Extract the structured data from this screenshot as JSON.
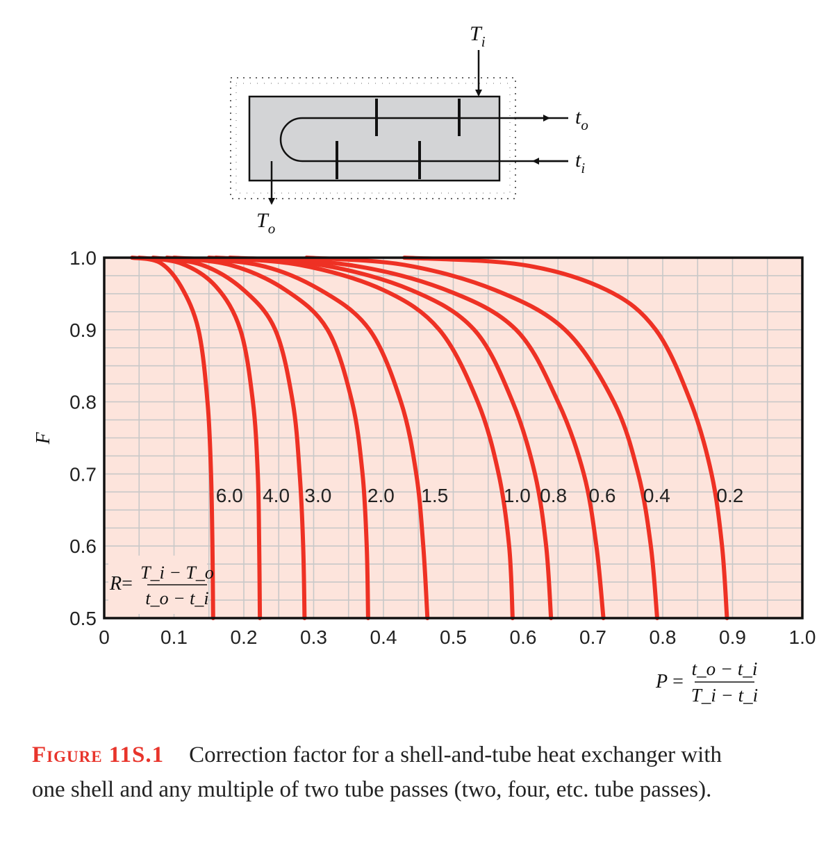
{
  "diagram": {
    "labels": {
      "T_in": {
        "main": "T",
        "sub": "i"
      },
      "T_out": {
        "main": "T",
        "sub": "o"
      },
      "t_out": {
        "main": "t",
        "sub": "o"
      },
      "t_in": {
        "main": "t",
        "sub": "i"
      }
    }
  },
  "chart_data": {
    "type": "line",
    "ylabel": "F",
    "xlim": [
      0,
      1.0
    ],
    "ylim": [
      0.5,
      1.0
    ],
    "grid": true,
    "x_ticks": [
      "0",
      "0.1",
      "0.2",
      "0.3",
      "0.4",
      "0.5",
      "0.6",
      "0.7",
      "0.8",
      "0.9",
      "1.0"
    ],
    "y_ticks": [
      "0.5",
      "0.6",
      "0.7",
      "0.8",
      "0.9",
      "1.0"
    ],
    "colors": {
      "curve": "#ee3124",
      "plot_bg": "#fde4dc",
      "grid": "#c8c8c8",
      "frame": "#111111"
    },
    "x_formula": {
      "lhs": "P",
      "num": "t_o − t_i",
      "den": "T_i − t_i"
    },
    "param_formula": {
      "lhs": "R",
      "num": "T_i − T_o",
      "den": "t_o − t_i"
    },
    "series": [
      {
        "name": "6.0",
        "points": [
          [
            0.04,
            1.0
          ],
          [
            0.08,
            0.993
          ],
          [
            0.11,
            0.96
          ],
          [
            0.135,
            0.9
          ],
          [
            0.148,
            0.8
          ],
          [
            0.153,
            0.7
          ],
          [
            0.155,
            0.6
          ],
          [
            0.156,
            0.5
          ]
        ]
      },
      {
        "name": "4.0",
        "points": [
          [
            0.05,
            1.0
          ],
          [
            0.11,
            0.992
          ],
          [
            0.16,
            0.96
          ],
          [
            0.195,
            0.9
          ],
          [
            0.213,
            0.8
          ],
          [
            0.22,
            0.7
          ],
          [
            0.222,
            0.6
          ],
          [
            0.223,
            0.5
          ]
        ]
      },
      {
        "name": "3.0",
        "points": [
          [
            0.07,
            1.0
          ],
          [
            0.14,
            0.99
          ],
          [
            0.2,
            0.955
          ],
          [
            0.245,
            0.9
          ],
          [
            0.27,
            0.8
          ],
          [
            0.28,
            0.7
          ],
          [
            0.285,
            0.6
          ],
          [
            0.287,
            0.5
          ]
        ]
      },
      {
        "name": "2.0",
        "points": [
          [
            0.09,
            1.0
          ],
          [
            0.18,
            0.99
          ],
          [
            0.26,
            0.955
          ],
          [
            0.32,
            0.9
          ],
          [
            0.355,
            0.8
          ],
          [
            0.37,
            0.7
          ],
          [
            0.376,
            0.6
          ],
          [
            0.378,
            0.5
          ]
        ]
      },
      {
        "name": "1.5",
        "points": [
          [
            0.1,
            1.0
          ],
          [
            0.22,
            0.99
          ],
          [
            0.31,
            0.955
          ],
          [
            0.38,
            0.9
          ],
          [
            0.425,
            0.8
          ],
          [
            0.447,
            0.7
          ],
          [
            0.457,
            0.6
          ],
          [
            0.463,
            0.5
          ]
        ]
      },
      {
        "name": "1.0",
        "points": [
          [
            0.15,
            1.0
          ],
          [
            0.28,
            0.99
          ],
          [
            0.4,
            0.955
          ],
          [
            0.48,
            0.9
          ],
          [
            0.535,
            0.8
          ],
          [
            0.565,
            0.7
          ],
          [
            0.58,
            0.6
          ],
          [
            0.585,
            0.5
          ]
        ]
      },
      {
        "name": "0.8",
        "points": [
          [
            0.16,
            1.0
          ],
          [
            0.31,
            0.99
          ],
          [
            0.44,
            0.955
          ],
          [
            0.53,
            0.9
          ],
          [
            0.585,
            0.8
          ],
          [
            0.617,
            0.7
          ],
          [
            0.633,
            0.6
          ],
          [
            0.64,
            0.5
          ]
        ]
      },
      {
        "name": "0.6",
        "points": [
          [
            0.18,
            1.0
          ],
          [
            0.35,
            0.99
          ],
          [
            0.49,
            0.955
          ],
          [
            0.59,
            0.9
          ],
          [
            0.65,
            0.8
          ],
          [
            0.687,
            0.7
          ],
          [
            0.705,
            0.6
          ],
          [
            0.715,
            0.5
          ]
        ]
      },
      {
        "name": "0.4",
        "points": [
          [
            0.29,
            1.0
          ],
          [
            0.43,
            0.99
          ],
          [
            0.56,
            0.955
          ],
          [
            0.66,
            0.9
          ],
          [
            0.73,
            0.8
          ],
          [
            0.765,
            0.7
          ],
          [
            0.783,
            0.6
          ],
          [
            0.792,
            0.5
          ]
        ]
      },
      {
        "name": "0.2",
        "points": [
          [
            0.43,
            1.0
          ],
          [
            0.6,
            0.99
          ],
          [
            0.72,
            0.955
          ],
          [
            0.79,
            0.9
          ],
          [
            0.84,
            0.8
          ],
          [
            0.87,
            0.7
          ],
          [
            0.885,
            0.6
          ],
          [
            0.892,
            0.5
          ]
        ]
      }
    ]
  },
  "caption": {
    "label": "Figure 11S.1",
    "text": "Correction factor for a shell-and-tube heat exchanger with one shell and any multiple of two tube passes (two, four, etc. tube passes)."
  }
}
